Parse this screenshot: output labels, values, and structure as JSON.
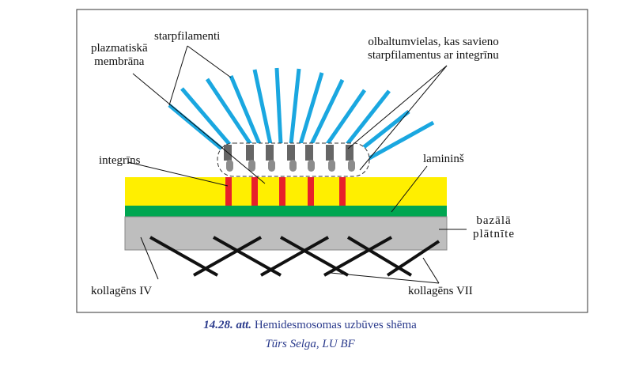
{
  "labels": {
    "starpfilamenti": "starpfilamenti",
    "plazmatiska_1": "plazmatiskā",
    "plazmatiska_2": "membrāna",
    "olbaltumvielas_1": "olbaltumvielas, kas savieno",
    "olbaltumvielas_2": "starpfilamentus ar integrīnu",
    "integrins": "integrīns",
    "lamins": "lamininš",
    "bazala_1": "bazālā",
    "bazala_2": "plātnīte",
    "kollagens4": "kollagēns IV",
    "kollagens7": "kollagēns VII"
  },
  "caption": {
    "number": "14.28. att.",
    "title": "Hemidesmosomas uzbūves shēma",
    "author": "Tūrs Selga, LU BF"
  },
  "colors": {
    "filament": "#1aa7e0",
    "plasma": "#ffef00",
    "integrin": "#e8202a",
    "laminin": "#00a651",
    "basal": "#bebebe",
    "protein_dark": "#666666",
    "protein_light": "#8c8c8c"
  }
}
